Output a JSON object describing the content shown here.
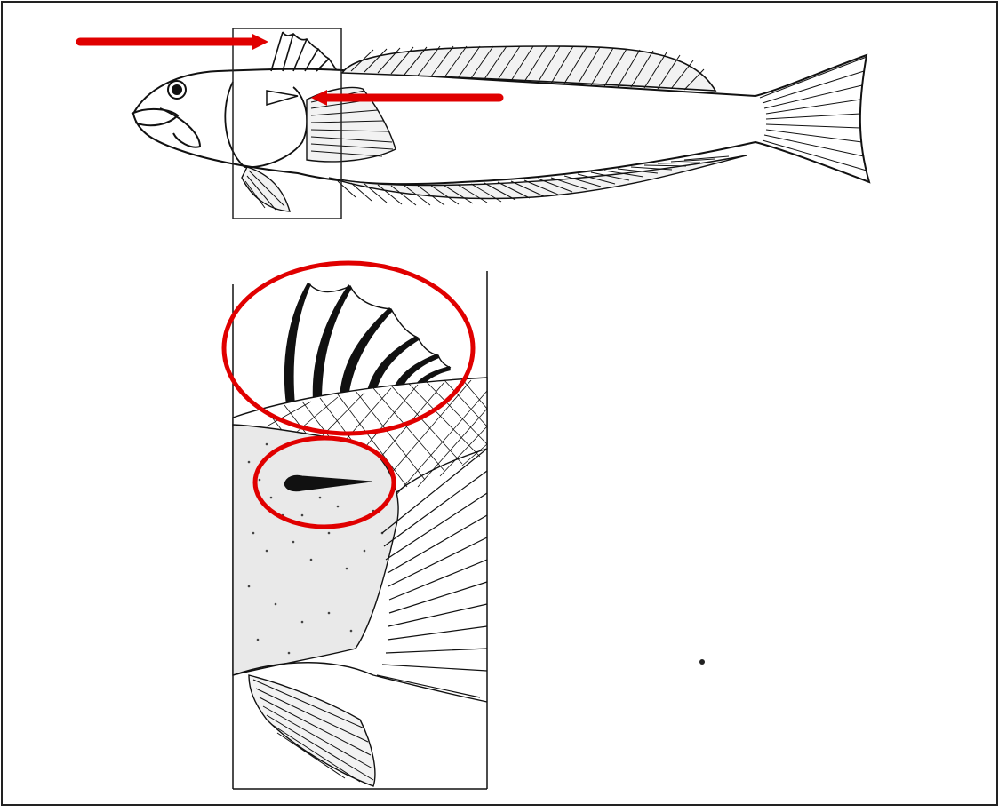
{
  "figure": {
    "elements": [
      "full-fish-drawing",
      "inset-box-small",
      "arrow-to-first-dorsal-spines",
      "arrow-to-opercular-spine",
      "enlarged-inset-detail",
      "ellipse-dorsal-spines",
      "ellipse-opercular-spine"
    ]
  },
  "colors": {
    "background": "#ffffff",
    "line": "#111111",
    "annotation": "#e00000",
    "fin_fill": "#f2f2f2"
  },
  "icons": {
    "arrow": "arrow-right-icon",
    "arrow_left": "arrow-left-icon"
  }
}
